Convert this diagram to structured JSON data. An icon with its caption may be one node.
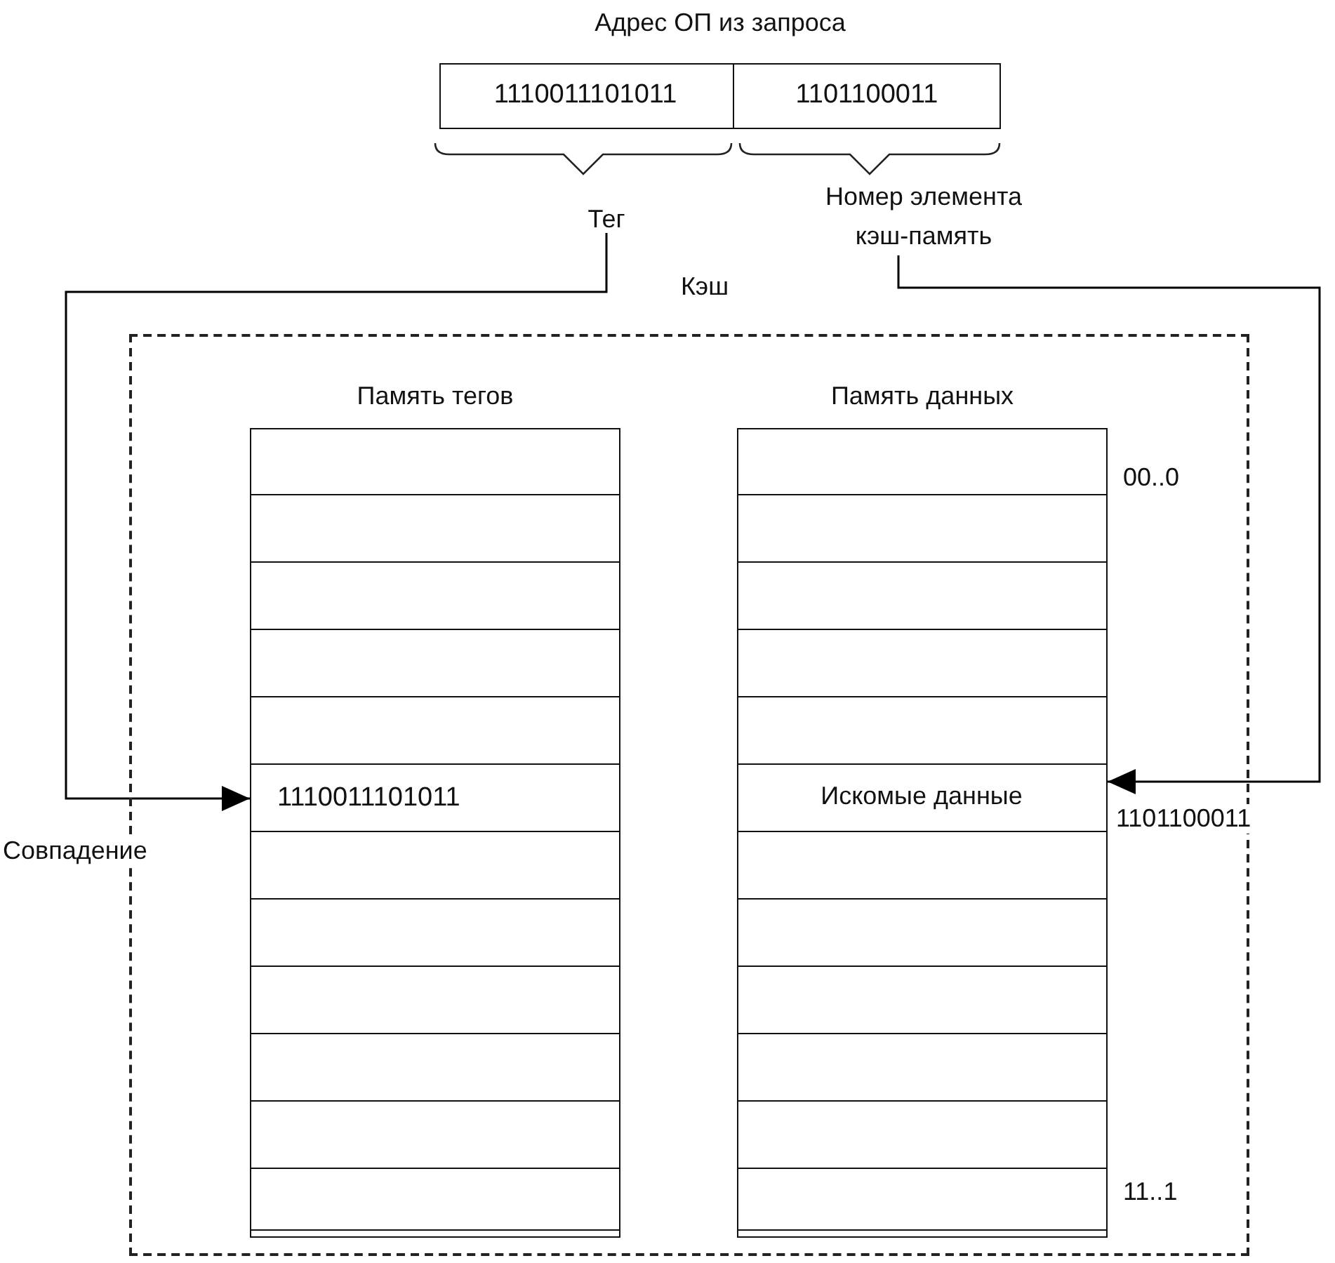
{
  "diagram": {
    "nodes": [
      {
        "text": [
          "Адрес ОП из запроса"
        ]
      },
      {
        "text": [
          "1110011101011"
        ],
        "in": 0
      },
      {
        "text": [
          "1101100011"
        ],
        "in": 0
      },
      {
        "text": [
          "Тег"
        ]
      },
      {
        "text": [
          "Номер элемента кэш-память"
        ]
      },
      {
        "text": [
          "Кэш"
        ]
      },
      {
        "text": [
          "Память тегов"
        ],
        "in": 5
      },
      {
        "text": [
          "Память данных"
        ],
        "in": 5,
        "beside": [
          "00..0",
          "11..1"
        ]
      },
      {
        "text": [],
        "shape": "box",
        "in": 6
      },
      {
        "text": [],
        "shape": "box",
        "in": 6
      },
      {
        "text": [],
        "shape": "box",
        "in": 6
      },
      {
        "text": [],
        "shape": "box",
        "in": 6
      },
      {
        "text": [],
        "shape": "box",
        "in": 6
      },
      {
        "text": [
          "1110011101011"
        ],
        "in": 6
      },
      {
        "text": [],
        "shape": "box",
        "in": 6
      },
      {
        "text": [],
        "shape": "box",
        "in": 6
      },
      {
        "text": [],
        "shape": "box",
        "in": 6
      },
      {
        "text": [],
        "shape": "box",
        "in": 6
      },
      {
        "text": [],
        "shape": "box",
        "in": 6
      },
      {
        "text": [],
        "shape": "box",
        "in": 6
      },
      {
        "text": [],
        "shape": "box",
        "in": 7
      },
      {
        "text": [],
        "shape": "box",
        "in": 7
      },
      {
        "text": [],
        "shape": "box",
        "in": 7
      },
      {
        "text": [],
        "shape": "box",
        "in": 7
      },
      {
        "text": [],
        "shape": "box",
        "in": 7
      },
      {
        "text": [
          "Искомые данные"
        ],
        "in": 7
      },
      {
        "text": [],
        "shape": "box",
        "in": 7
      },
      {
        "text": [],
        "shape": "box",
        "in": 7
      },
      {
        "text": [],
        "shape": "box",
        "in": 7
      },
      {
        "text": [],
        "shape": "box",
        "in": 7
      },
      {
        "text": [],
        "shape": "box",
        "in": 7
      },
      {
        "text": [],
        "shape": "box",
        "in": 7
      }
    ],
    "edges": [
      {
        "from": 3,
        "to": 13,
        "arrow": "to",
        "label": "Совпадение"
      },
      {
        "from": 4,
        "to": 25,
        "arrow": "to",
        "label": "1101100011"
      }
    ]
  }
}
